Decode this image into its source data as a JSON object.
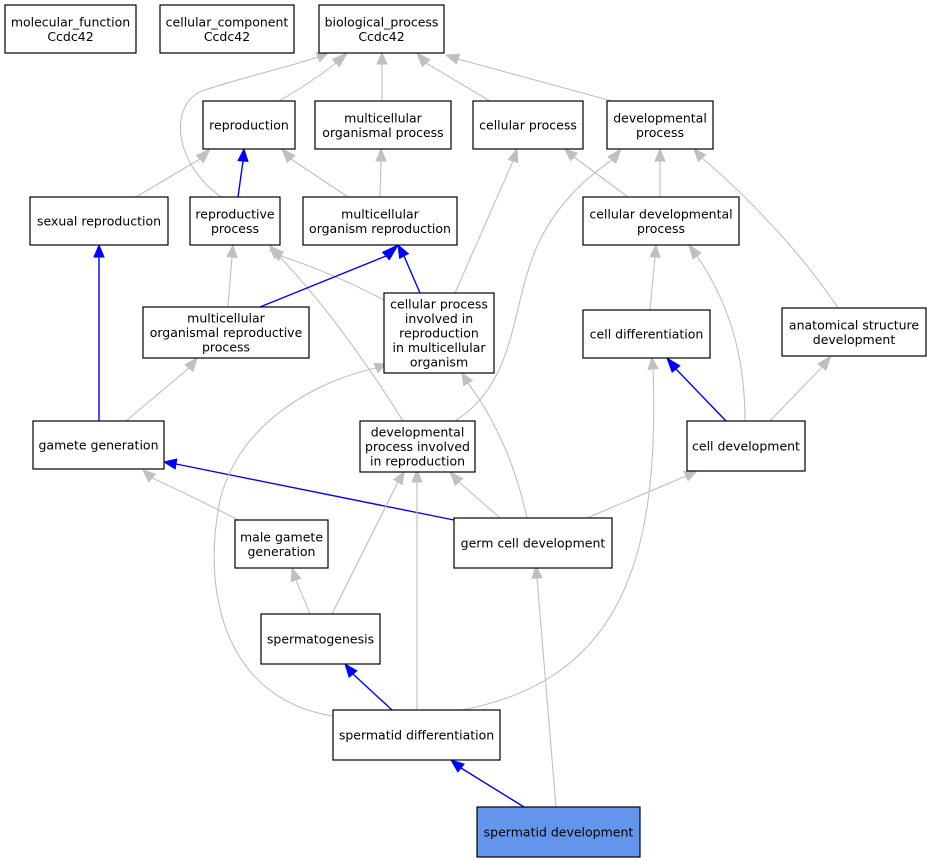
{
  "nodes": {
    "molecular_function": {
      "lines": [
        "molecular_function",
        "Ccdc42"
      ],
      "fill": "#ffffff"
    },
    "cellular_component": {
      "lines": [
        "cellular_component",
        "Ccdc42"
      ],
      "fill": "#ffffff"
    },
    "biological_process": {
      "lines": [
        "biological_process",
        "Ccdc42"
      ],
      "fill": "#ffffff"
    },
    "reproduction": {
      "lines": [
        "reproduction"
      ],
      "fill": "#ffffff"
    },
    "multicellular_organismal_process": {
      "lines": [
        "multicellular",
        "organismal process"
      ],
      "fill": "#ffffff"
    },
    "cellular_process": {
      "lines": [
        "cellular process"
      ],
      "fill": "#ffffff"
    },
    "developmental_process": {
      "lines": [
        "developmental",
        "process"
      ],
      "fill": "#ffffff"
    },
    "sexual_reproduction": {
      "lines": [
        "sexual reproduction"
      ],
      "fill": "#ffffff"
    },
    "reproductive_process": {
      "lines": [
        "reproductive",
        "process"
      ],
      "fill": "#ffffff"
    },
    "multicellular_organism_reproduction": {
      "lines": [
        "multicellular",
        "organism reproduction"
      ],
      "fill": "#ffffff"
    },
    "cellular_developmental_process": {
      "lines": [
        "cellular developmental",
        "process"
      ],
      "fill": "#ffffff"
    },
    "multicellular_organismal_reproductive_process": {
      "lines": [
        "multicellular",
        "organismal reproductive",
        "process"
      ],
      "fill": "#ffffff"
    },
    "cellular_process_involved_in_reproduction": {
      "lines": [
        "cellular process",
        "involved in",
        "reproduction",
        "in multicellular",
        "organism"
      ],
      "fill": "#ffffff"
    },
    "cell_differentiation": {
      "lines": [
        "cell differentiation"
      ],
      "fill": "#ffffff"
    },
    "anatomical_structure_development": {
      "lines": [
        "anatomical structure",
        "development"
      ],
      "fill": "#ffffff"
    },
    "gamete_generation": {
      "lines": [
        "gamete generation"
      ],
      "fill": "#ffffff"
    },
    "developmental_process_involved_in_reproduction": {
      "lines": [
        "developmental",
        "process involved",
        "in reproduction"
      ],
      "fill": "#ffffff"
    },
    "cell_development": {
      "lines": [
        "cell development"
      ],
      "fill": "#ffffff"
    },
    "male_gamete_generation": {
      "lines": [
        "male gamete",
        "generation"
      ],
      "fill": "#ffffff"
    },
    "germ_cell_development": {
      "lines": [
        "germ cell development"
      ],
      "fill": "#ffffff"
    },
    "spermatogenesis": {
      "lines": [
        "spermatogenesis"
      ],
      "fill": "#ffffff"
    },
    "spermatid_differentiation": {
      "lines": [
        "spermatid differentiation"
      ],
      "fill": "#ffffff"
    },
    "spermatid_development": {
      "lines": [
        "spermatid development"
      ],
      "fill": "#6495ed"
    }
  },
  "edges": [
    {
      "from": "reproduction",
      "to": "biological_process",
      "kind": "grey"
    },
    {
      "from": "multicellular_organismal_process",
      "to": "biological_process",
      "kind": "grey"
    },
    {
      "from": "cellular_process",
      "to": "biological_process",
      "kind": "grey"
    },
    {
      "from": "developmental_process",
      "to": "biological_process",
      "kind": "grey"
    },
    {
      "from": "reproductive_process",
      "to": "biological_process",
      "kind": "grey"
    },
    {
      "from": "sexual_reproduction",
      "to": "reproduction",
      "kind": "grey"
    },
    {
      "from": "reproductive_process",
      "to": "reproduction",
      "kind": "blue"
    },
    {
      "from": "multicellular_organism_reproduction",
      "to": "reproduction",
      "kind": "grey"
    },
    {
      "from": "multicellular_organism_reproduction",
      "to": "multicellular_organismal_process",
      "kind": "grey"
    },
    {
      "from": "cellular_developmental_process",
      "to": "cellular_process",
      "kind": "grey"
    },
    {
      "from": "cellular_process_involved_in_reproduction",
      "to": "cellular_process",
      "kind": "grey"
    },
    {
      "from": "cellular_developmental_process",
      "to": "developmental_process",
      "kind": "grey"
    },
    {
      "from": "developmental_process_involved_in_reproduction",
      "to": "developmental_process",
      "kind": "grey"
    },
    {
      "from": "anatomical_structure_development",
      "to": "developmental_process",
      "kind": "grey"
    },
    {
      "from": "multicellular_organismal_reproductive_process",
      "to": "reproductive_process",
      "kind": "grey"
    },
    {
      "from": "cellular_process_involved_in_reproduction",
      "to": "reproductive_process",
      "kind": "grey"
    },
    {
      "from": "developmental_process_involved_in_reproduction",
      "to": "reproductive_process",
      "kind": "grey"
    },
    {
      "from": "multicellular_organismal_reproductive_process",
      "to": "multicellular_organism_reproduction",
      "kind": "blue"
    },
    {
      "from": "cellular_process_involved_in_reproduction",
      "to": "multicellular_organism_reproduction",
      "kind": "blue"
    },
    {
      "from": "cell_differentiation",
      "to": "cellular_developmental_process",
      "kind": "grey"
    },
    {
      "from": "cell_development",
      "to": "cellular_developmental_process",
      "kind": "grey"
    },
    {
      "from": "gamete_generation",
      "to": "sexual_reproduction",
      "kind": "blue"
    },
    {
      "from": "gamete_generation",
      "to": "multicellular_organismal_reproductive_process",
      "kind": "grey"
    },
    {
      "from": "cell_development",
      "to": "cell_differentiation",
      "kind": "blue"
    },
    {
      "from": "cell_development",
      "to": "anatomical_structure_development",
      "kind": "grey"
    },
    {
      "from": "male_gamete_generation",
      "to": "gamete_generation",
      "kind": "grey"
    },
    {
      "from": "germ_cell_development",
      "to": "gamete_generation",
      "kind": "blue"
    },
    {
      "from": "germ_cell_development",
      "to": "cellular_process_involved_in_reproduction",
      "kind": "grey"
    },
    {
      "from": "germ_cell_development",
      "to": "developmental_process_involved_in_reproduction",
      "kind": "grey"
    },
    {
      "from": "germ_cell_development",
      "to": "cell_development",
      "kind": "grey"
    },
    {
      "from": "spermatogenesis",
      "to": "male_gamete_generation",
      "kind": "grey"
    },
    {
      "from": "spermatogenesis",
      "to": "developmental_process_involved_in_reproduction",
      "kind": "grey"
    },
    {
      "from": "spermatid_differentiation",
      "to": "spermatogenesis",
      "kind": "blue"
    },
    {
      "from": "spermatid_differentiation",
      "to": "developmental_process_involved_in_reproduction",
      "kind": "grey"
    },
    {
      "from": "spermatid_differentiation",
      "to": "cellular_process_involved_in_reproduction",
      "kind": "grey"
    },
    {
      "from": "spermatid_differentiation",
      "to": "cell_differentiation",
      "kind": "grey"
    },
    {
      "from": "spermatid_development",
      "to": "spermatid_differentiation",
      "kind": "blue"
    },
    {
      "from": "spermatid_development",
      "to": "germ_cell_development",
      "kind": "grey"
    }
  ],
  "colors": {
    "grey_edge": "#c0c0c0",
    "blue_edge": "#0000ff",
    "node_border": "#000000"
  }
}
